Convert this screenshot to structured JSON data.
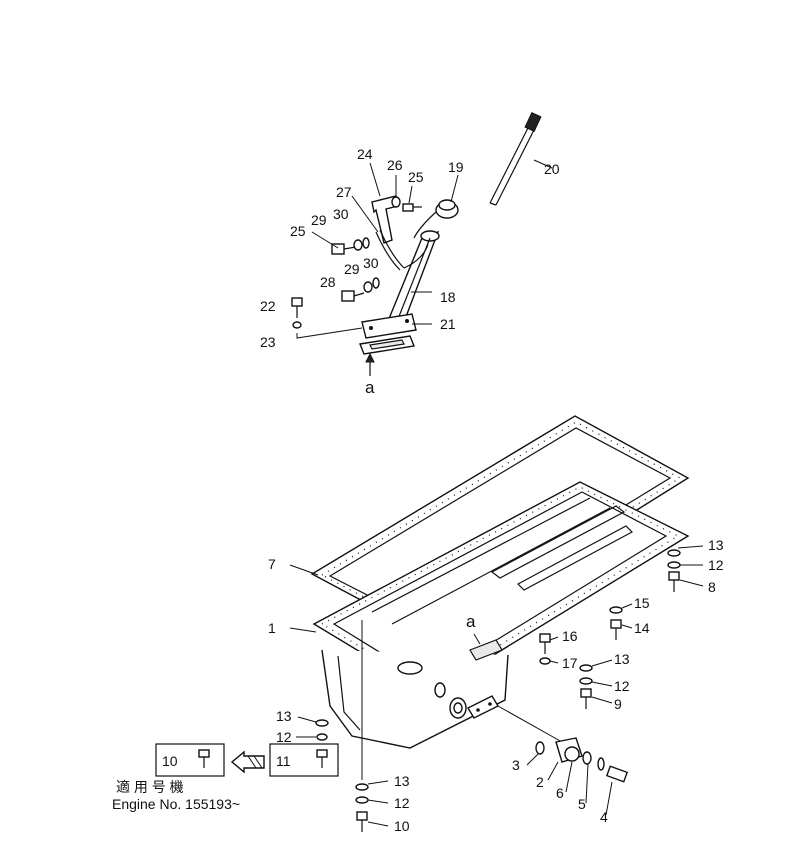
{
  "labels": {
    "p1": "1",
    "p2": "2",
    "p3": "3",
    "p4": "4",
    "p5": "5",
    "p6": "6",
    "p7": "7",
    "p8": "8",
    "p9": "9",
    "p10_box": "10",
    "p10": "10",
    "p11_box": "11",
    "p12_a": "12",
    "p12_b": "12",
    "p12_c": "12",
    "p12_d": "12",
    "p13_a": "13",
    "p13_b": "13",
    "p13_c": "13",
    "p13_d": "13",
    "p14": "14",
    "p15": "15",
    "p16": "16",
    "p17": "17",
    "p18": "18",
    "p19": "19",
    "p20": "20",
    "p21": "21",
    "p22": "22",
    "p23": "23",
    "p24": "24",
    "p25_a": "25",
    "p25_b": "25",
    "p26": "26",
    "p27": "27",
    "p28": "28",
    "p29_a": "29",
    "p29_b": "29",
    "p30_a": "30",
    "p30_b": "30",
    "view_a_top": "a",
    "view_a_pan": "a"
  },
  "note": {
    "line1": "適 用 号 機",
    "line2": "Engine  No.  155193~"
  }
}
